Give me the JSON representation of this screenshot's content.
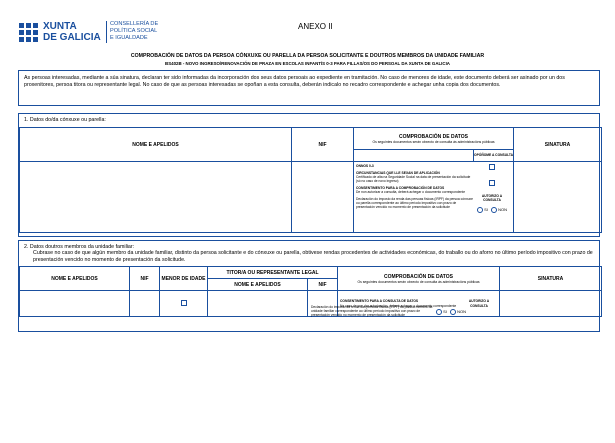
{
  "header": {
    "logo_line1": "XUNTA",
    "logo_line2": "DE GALICIA",
    "dept_line1": "CONSELLERÍA DE",
    "dept_line2": "POLÍTICA SOCIAL",
    "dept_line3": "E IGUALDADE",
    "annex": "ANEXO II"
  },
  "title": "COMPROBACIÓN DE DATOS DA PERSOA CÓNXUXE OU PARELLA DA PERSOA SOLICITANTE E DOUTROS MEMBROS DA UNIDADE FAMILIAR",
  "subtitle": "BS402B - NOVO INGRESO/RENOVACIÓN DE PRAZA EN ESCOLAS INFANTÍS 0-3 PARA FILLAS/OS DO PERSOAL DA XUNTA DE GALICIA",
  "intro": "As persoas interesadas, mediante a súa sinatura, declaran ter sido informadas da incorporación dos seus datos persoais ao expediente en tramitación. No caso de menores de idade, este documento deberá ser asinado por un dos proxenitores, persoa titora ou representante legal. No caso de que as persoas interesadas se opoñan a esta consulta, deberán indicalo no recadro correspondente e achegar unha copia dos documentos.",
  "section1": {
    "title": "1. Datos do/da cónxuxe ou parella:",
    "col_name": "NOME E APELIDOS",
    "col_nif": "NIF",
    "col_check": "COMPROBACIÓN DE DATOS",
    "col_check_sub": "Os seguintes documentos serán obxecto de consulta ás administracións públicas",
    "col_sign": "SINATURA",
    "col_oppose": "OPÓÑOME A CONSULTA",
    "row_label": "ONNOS 0-3",
    "circ_title": "CIRCUNSTANCIAS QUE LLE SEXAN DE APLICACIÓN",
    "circ_item": "Certificado de alta na Seguridade Social na data de presentación da solicitude (só no caso de novo ingreso)",
    "consent_title": "CONSENTIMENTO PARA A COMPROBACIÓN DE DATOS",
    "consent_text": "De non autorizar a consulta, deberá achegar o documento correspondente",
    "authorize": "AUTORIZO A CONSULTA",
    "irpf_text": "Declaración do imposto da renda das persoas físicas (IRPF) da persoa cónxuxe ou parella correspondente ao último período impositivo con prazo de presentación vencido no momento de presentación da solicitude",
    "yes": "SI",
    "no": "NON"
  },
  "section2": {
    "title": "2. Datos doutros membros da unidade familiar:",
    "desc": "Cubrase no caso de que algún membro da unidade familiar, distinto da persoa solicitante e do cónxuxe ou parella, obtivese rendas procedentes de actividades económicas, do traballo ou do aforro no último período impositivo con prazo de presentación vencido no momento de presentación da solicitude.",
    "col_name": "NOME E APELIDOS",
    "col_nif": "NIF",
    "col_minor": "MENOR DE IDADE",
    "col_tutor": "TITOR/A OU REPRESENTANTE LEGAL",
    "col_tutor_name": "NOME E APELIDOS",
    "col_tutor_nif": "NIF",
    "col_check": "COMPROBACIÓN DE DATOS",
    "col_check_sub": "Os seguintes documentos serán obxecto de consulta ás administracións públicas",
    "col_sign": "SINATURA",
    "consent_title": "CONSENTIMENTO PARA A CONSULTA DE DATOS",
    "consent_text": "No caso de non dar autorización, deberá achegar o documento correspondente",
    "authorize": "AUTORIZO A CONSULTA",
    "irpf_text": "Declaración do imposto da renda das persoas físicas (IRPF) da persoa membro da unidade familiar correspondente ao último período impositivo con prazo de presentación vencido no momento de presentación da solicitude",
    "yes": "SI",
    "no": "NON"
  }
}
